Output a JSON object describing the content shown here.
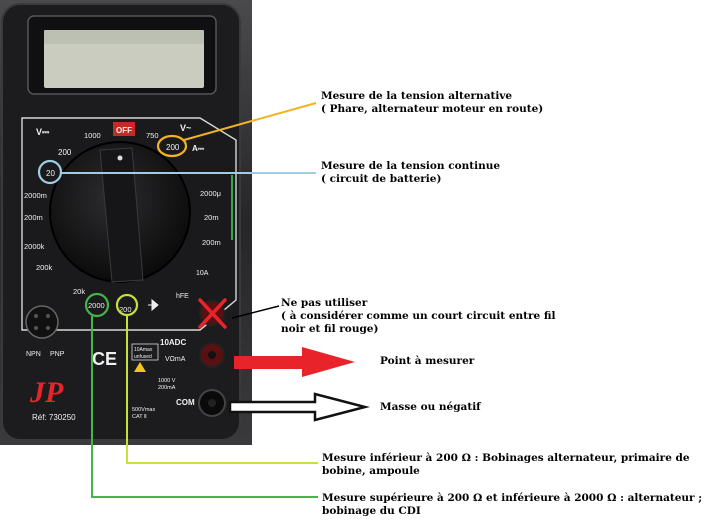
{
  "meter": {
    "dial_labels": {
      "v_dc": "V⎓",
      "v1000": "1000",
      "off": "OFF",
      "v750": "750",
      "v_ac": "V~",
      "v200ac": "200",
      "v200dc": "200",
      "v20": "20",
      "v2000m": "2000m",
      "v200m": "200m",
      "r2000k": "2000k",
      "r200k": "200k",
      "r20k": "20k",
      "r2000": "2000",
      "r200": "200",
      "a_dc": "A⎓",
      "a2000u": "2000μ",
      "a20m": "20m",
      "a200m": "200m",
      "a10": "10A",
      "hfe": "hFE",
      "npn": "NPN",
      "pnp": "PNP",
      "a10adc": "10ADC",
      "vohma": "VΩmA",
      "com": "COM",
      "warn1": "10Amax",
      "warn2": "unfused",
      "warn3": "1000 V",
      "warn4": "200mA",
      "warn5": "500Vmax",
      "warn6": "CAT Ⅱ",
      "brand": "JP",
      "ref": "Réf: 730250"
    }
  },
  "annotations": {
    "ac_voltage_title": "Mesure de la tension alternative",
    "ac_voltage_note": "( Phare, alternateur moteur en route)",
    "dc_voltage_title": "Mesure de la tension continue",
    "dc_voltage_note": "( circuit de batterie)",
    "dont_use_title": "Ne pas utiliser",
    "dont_use_note": "( à considérer comme un court circuit entre fil noir et fil rouge)",
    "measure_point": "Point à mesurer",
    "ground": "Masse ou négatif",
    "resistance_low": "Mesure inférieur à 200 Ω : Bobinages alternateur, primaire de bobine, ampoule",
    "resistance_high": "Mesure supérieure à 200 Ω et inférieure à 2000 Ω : alternateur ; bobinage du CDI"
  },
  "colors": {
    "ac_marker": "#f2b320",
    "dc_marker": "#9fcde6",
    "r200_marker": "#c8e039",
    "r2000_marker": "#43b54a",
    "red_arrow": "#e8232a",
    "black_arrow": "#111111"
  }
}
